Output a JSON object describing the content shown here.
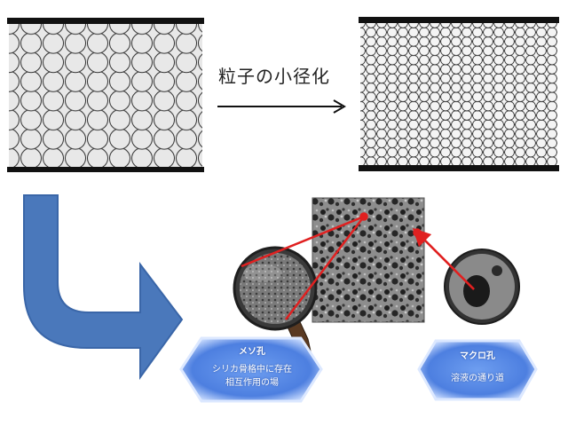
{
  "top": {
    "caption": "粒子の小径化"
  },
  "pore_labels": {
    "meso": {
      "title": "メソ孔",
      "line1": "シリカ骨格中に存在",
      "line2": "相互作用の場"
    },
    "macro": {
      "title": "マクロ孔",
      "line1": "溶液の通り道"
    }
  },
  "colors": {
    "curved_arrow": "#4a78bb",
    "callout_line": "#e02020",
    "label_fill": "#4d7fe0",
    "label_glow": "#cfe0ff"
  }
}
